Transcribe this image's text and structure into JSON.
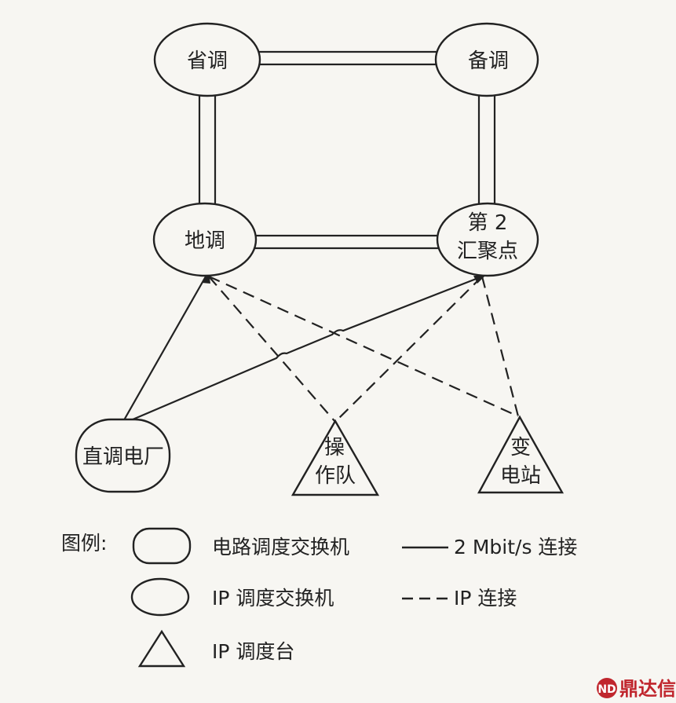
{
  "nodes": {
    "provincial": "省调",
    "backup": "备调",
    "regional": "地调",
    "aggregation_line1": "第 2",
    "aggregation_line2": "汇聚点",
    "power_plant": "直调电厂",
    "operation_team_line1": "操",
    "operation_team_line2": "作队",
    "substation_line1": "变",
    "substation_line2": "电站"
  },
  "legend": {
    "title": "图例:",
    "circuit_switch": "电路调度交换机",
    "ip_switch": "IP 调度交换机",
    "ip_console": "IP 调度台",
    "link_2m": "2 Mbit/s 连接",
    "link_ip": "IP 连接"
  },
  "watermark": "鼎达信",
  "colors": {
    "ink": "#222222",
    "paper": "#f7f6f2",
    "brand": "#c0262d"
  }
}
